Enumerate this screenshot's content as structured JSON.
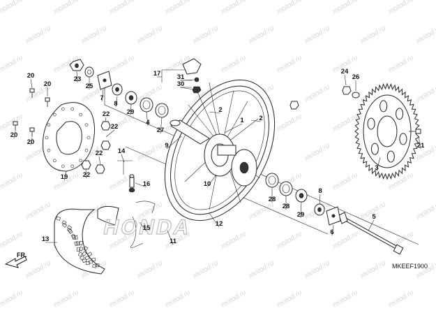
{
  "watermark": {
    "text": "motod.ru"
  },
  "diagram_code": "MKEEF1900",
  "direction_label": "FR.",
  "brand_logo_text": "HONDA",
  "callouts": [
    "1",
    "2",
    "3",
    "4",
    "5",
    "6",
    "7",
    "8",
    "9",
    "10",
    "11",
    "12",
    "13",
    "14",
    "15",
    "16",
    "17",
    "19",
    "20",
    "21",
    "22",
    "23",
    "24",
    "25",
    "26",
    "27",
    "28",
    "29",
    "30",
    "31"
  ]
}
